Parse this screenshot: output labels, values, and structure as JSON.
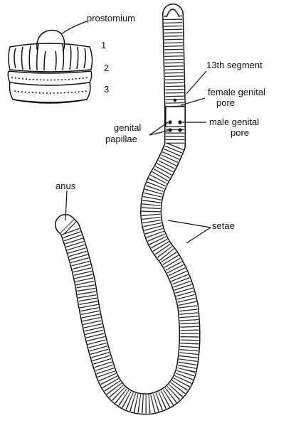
{
  "labels": {
    "prostomium": "prostomium",
    "seg1": "1",
    "seg2": "2",
    "seg3": "3",
    "thirteenth_segment": "13th  segment",
    "female_pore_line1": "female genital",
    "female_pore_line2": "pore",
    "genital_papillae_line1": "genital",
    "genital_papillae_line2": "papillae",
    "male_pore_line1": "male genital",
    "male_pore_line2": "pore",
    "anus": "anus",
    "setae": "setae"
  }
}
